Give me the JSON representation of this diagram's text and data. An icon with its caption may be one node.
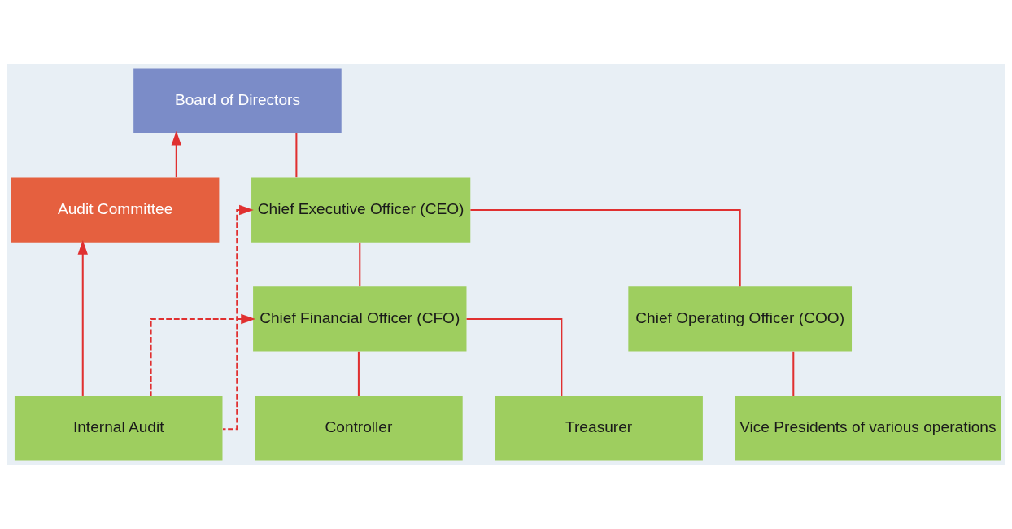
{
  "diagram": {
    "nodes": [
      {
        "text": [
          "Board of Directors"
        ]
      },
      {
        "text": [
          "Audit Committee"
        ]
      },
      {
        "text": [
          "Chief Executive Officer (CEO)"
        ]
      },
      {
        "text": [
          "Chief Operating Officer (COO)"
        ]
      },
      {
        "text": [
          "Chief Financial Officer (CFO)"
        ]
      },
      {
        "text": [
          "Vice Presidents of various operations"
        ]
      },
      {
        "text": [
          "Treasurer"
        ]
      },
      {
        "text": [
          "Controller"
        ]
      },
      {
        "text": [
          "Internal Audit"
        ]
      }
    ],
    "edges": [
      {
        "from": 0,
        "to": 2,
        "arrow": "none"
      },
      {
        "from": 1,
        "to": 0,
        "arrow": "to"
      },
      {
        "from": 8,
        "to": 1,
        "arrow": "to"
      },
      {
        "from": 8,
        "to": 2,
        "arrow": "to",
        "style": "dashed"
      },
      {
        "from": 2,
        "to": 3,
        "arrow": "none"
      },
      {
        "from": 2,
        "to": 4,
        "arrow": "none"
      },
      {
        "from": 8,
        "to": 4,
        "arrow": "to",
        "style": "dashed"
      },
      {
        "from": 3,
        "to": 5,
        "arrow": "none"
      },
      {
        "from": 4,
        "to": 6,
        "arrow": "none"
      },
      {
        "from": 4,
        "to": 7,
        "arrow": "none"
      }
    ]
  }
}
